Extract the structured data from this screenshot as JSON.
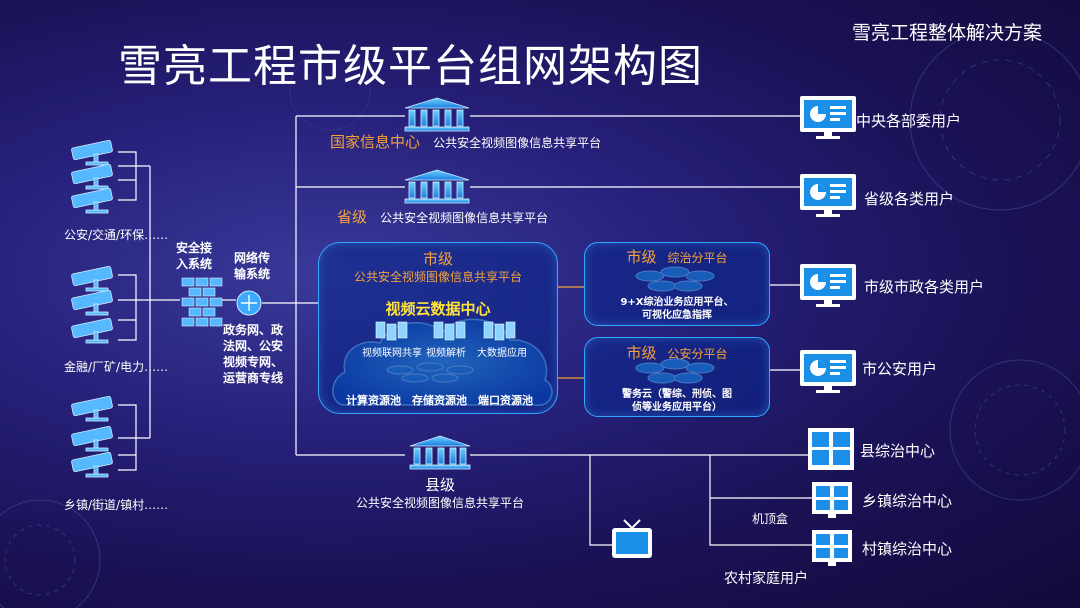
{
  "header": {
    "title": "雪亮工程市级平台组网架构图",
    "subtitle": "雪亮工程整体解决方案"
  },
  "cameras": {
    "group1_label": "公安/交通/环保……",
    "group2_label": "金融/厂矿/电力……",
    "group3_label": "乡镇/街道/镇村……"
  },
  "access": {
    "security_label": "安全接\n入系统",
    "network_label": "网络传\n输系统",
    "network_types": "政务网、政\n法网、公安\n视频专网、\n运营商专线"
  },
  "platforms": {
    "national_name": "国家信息中心",
    "national_desc": "公共安全视频图像信息共享平台",
    "province_name": "省级",
    "province_desc": "公共安全视频图像信息共享平台",
    "city_name": "市级",
    "city_desc": "公共安全视频图像信息共享平台",
    "county_name": "县级",
    "county_desc": "公共安全视频图像信息共享平台"
  },
  "cloud": {
    "title": "视频云数据中心",
    "items": [
      "视频联网共享",
      "视频解析",
      "大数据应用"
    ],
    "pools": [
      "计算资源池",
      "存储资源池",
      "端口资源池"
    ]
  },
  "sub_platforms": {
    "comprehensive_level": "市级",
    "comprehensive_name": "综治分平台",
    "comprehensive_desc": "9+X综治业务应用平台、\n可视化应急指挥",
    "police_level": "市级",
    "police_name": "公安分平台",
    "police_desc": "警务云（警综、刑侦、图\n侦等业务应用平台）"
  },
  "users": {
    "central": "中央各部委用户",
    "province": "省级各类用户",
    "city_gov": "市级市政各类用户",
    "city_police": "市公安用户",
    "county_center": "县综治中心",
    "town_center": "乡镇综治中心",
    "village_center": "村镇综治中心",
    "set_top_box": "机顶盒",
    "rural_home": "农村家庭用户"
  }
}
